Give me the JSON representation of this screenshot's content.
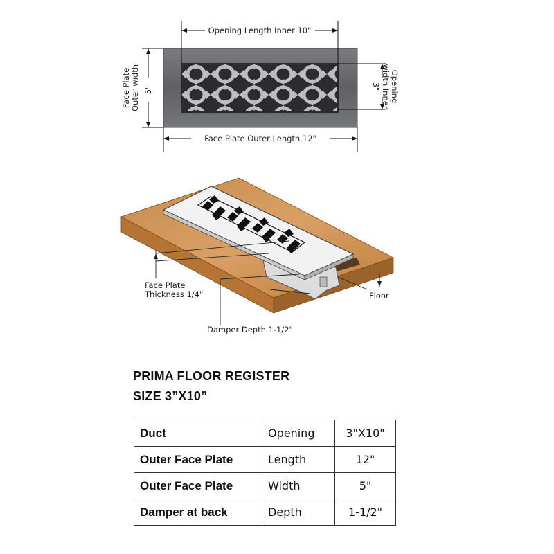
{
  "top_view": {
    "opening_length": "Opening Length Inner 10\"",
    "outer_width_line1": "Face Plate",
    "outer_width_line2": "Outer width",
    "outer_width_value": "5\"",
    "opening_width_line1": "Opening",
    "opening_width_line2": "width Inner",
    "opening_width_value": "3\"",
    "outer_length": "Face Plate Outer Length 12\""
  },
  "side_view": {
    "thickness_line1": "Face Plate",
    "thickness_line2": "Thickness 1/4\"",
    "damper_depth": "Damper Depth 1-1/2\"",
    "floor": "Floor"
  },
  "product": {
    "title": "PRIMA FLOOR REGISTER",
    "size": "SIZE 3”X10”"
  },
  "spec_table": {
    "rows": [
      {
        "part": "Duct",
        "dimension": "Opening",
        "value": "3\"X10\""
      },
      {
        "part": "Outer Face Plate",
        "dimension": "Length",
        "value": "12\""
      },
      {
        "part": "Outer Face Plate",
        "dimension": "Width",
        "value": "5\""
      },
      {
        "part": "Damper at back",
        "dimension": "Depth",
        "value": "1-1/2\""
      }
    ]
  },
  "colors": {
    "face_plate_metal": "#6e6f73",
    "grille_metal": "#b9b9bd",
    "wood": "#c98a46",
    "wood_side": "#8c5a2a"
  }
}
